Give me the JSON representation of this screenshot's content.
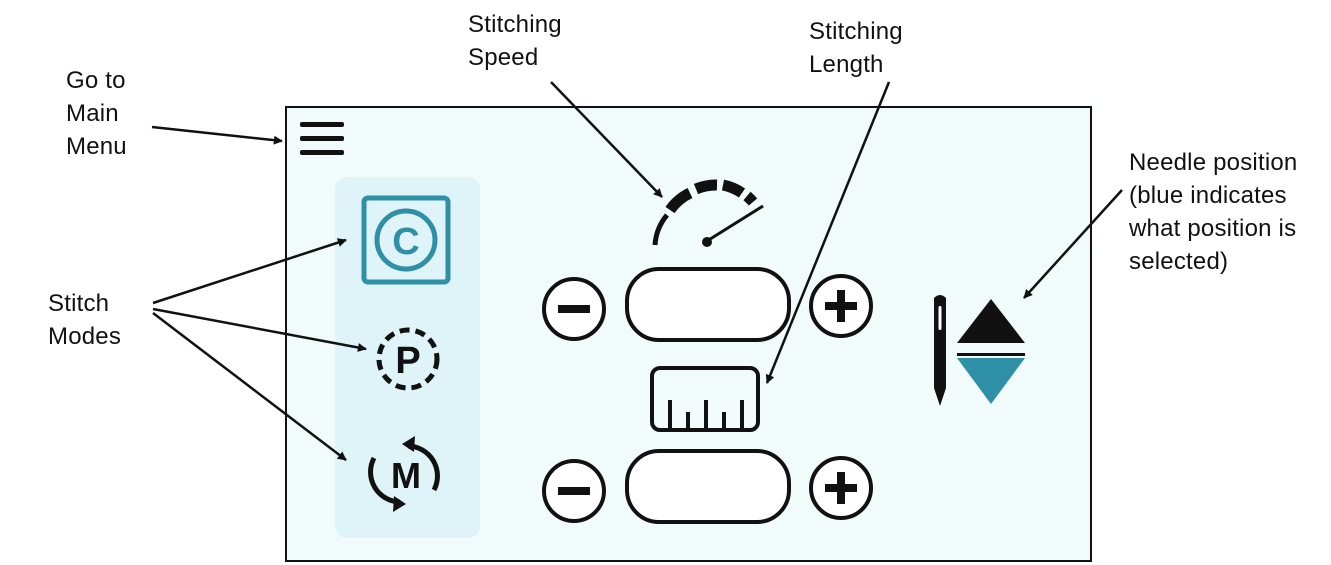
{
  "annotations": {
    "main_menu": "Go to\nMain\nMenu",
    "stitching_speed": "Stitching\nSpeed",
    "stitching_length": "Stitching\nLength",
    "stitch_modes": "Stitch\nModes",
    "needle_position": "Needle position\n(blue indicates\nwhat position is\nselected)"
  },
  "stitch_modes": {
    "constant": "C",
    "precise": "P",
    "manual": "M"
  },
  "speed": {
    "value": ""
  },
  "length": {
    "value": ""
  },
  "needle": {
    "selected": "down"
  },
  "colors": {
    "accent": "#2e8fa6",
    "panel": "#dff4f8",
    "device_bg": "#f1fbfc"
  }
}
